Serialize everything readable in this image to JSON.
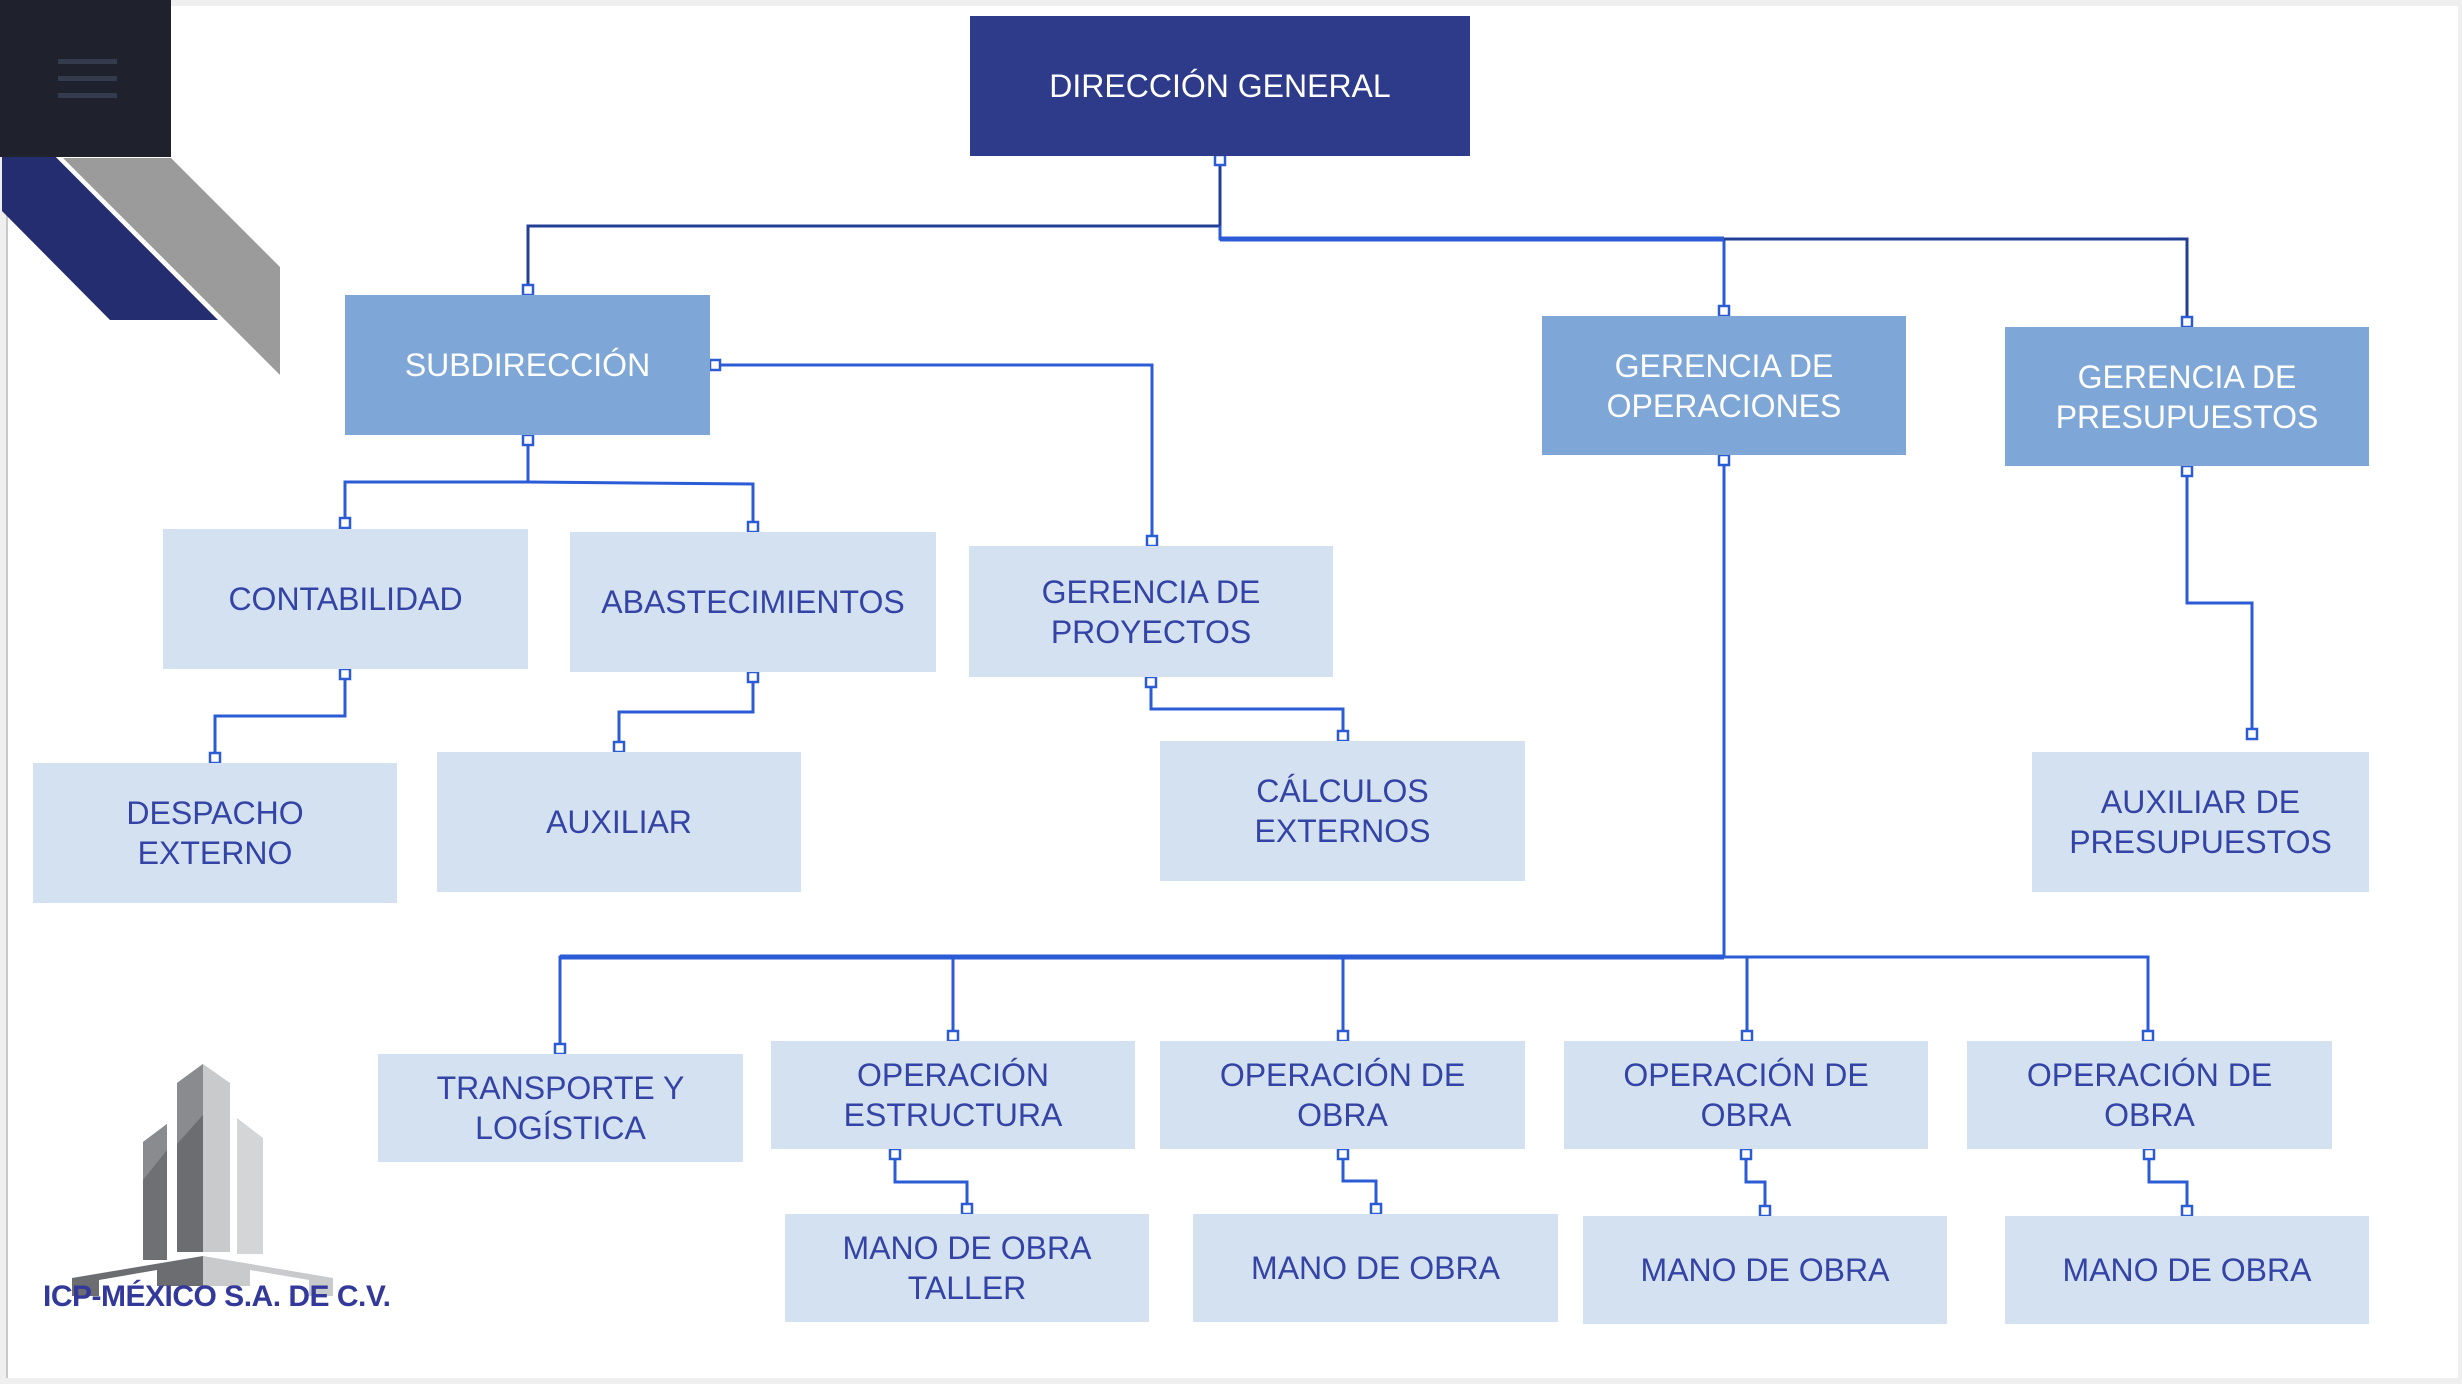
{
  "menu": {
    "icon": "hamburger-menu-icon"
  },
  "logo": {
    "company_name": "ICP-MÉXICO S.A. DE C.V.",
    "icon": "buildings-logo-icon"
  },
  "colors": {
    "top_level": "#2e3a8a",
    "mid_level": "#7ea6d6",
    "leaf_level": "#d4e1f0",
    "leaf_text": "#3344a6",
    "connector": "#2b5cd6",
    "connector_dark": "#233f95",
    "corner_navy": "#242d6f",
    "corner_gray": "#9b9b9b"
  },
  "org_chart": {
    "nodes": [
      {
        "id": "direccion_general",
        "label": "DIRECCIÓN GENERAL",
        "level": 0,
        "parent": null
      },
      {
        "id": "subdireccion",
        "label": "SUBDIRECCIÓN",
        "level": 1,
        "parent": "direccion_general"
      },
      {
        "id": "gerencia_operaciones",
        "label": "GERENCIA DE\nOPERACIONES",
        "level": 1,
        "parent": "direccion_general"
      },
      {
        "id": "gerencia_presupuestos",
        "label": "GERENCIA DE\nPRESUPUESTOS",
        "level": 1,
        "parent": "direccion_general"
      },
      {
        "id": "contabilidad",
        "label": "CONTABILIDAD",
        "level": 2,
        "parent": "subdireccion"
      },
      {
        "id": "abastecimientos",
        "label": "ABASTECIMIENTOS",
        "level": 2,
        "parent": "subdireccion"
      },
      {
        "id": "gerencia_proyectos",
        "label": "GERENCIA DE\nPROYECTOS",
        "level": 2,
        "parent": "subdireccion"
      },
      {
        "id": "despacho_externo",
        "label": "DESPACHO\nEXTERNO",
        "level": 2,
        "parent": "contabilidad"
      },
      {
        "id": "auxiliar",
        "label": "AUXILIAR",
        "level": 2,
        "parent": "abastecimientos"
      },
      {
        "id": "calculos_externos",
        "label": "CÁLCULOS\nEXTERNOS",
        "level": 2,
        "parent": "gerencia_proyectos"
      },
      {
        "id": "auxiliar_presupuestos",
        "label": "AUXILIAR DE\nPRESUPUESTOS",
        "level": 2,
        "parent": "gerencia_presupuestos"
      },
      {
        "id": "transporte_logistica",
        "label": "TRANSPORTE Y\nLOGÍSTICA",
        "level": 2,
        "parent": "gerencia_operaciones"
      },
      {
        "id": "operacion_estructura",
        "label": "OPERACIÓN\nESTRUCTURA",
        "level": 2,
        "parent": "gerencia_operaciones"
      },
      {
        "id": "operacion_obra_1",
        "label": "OPERACIÓN DE\nOBRA",
        "level": 2,
        "parent": "gerencia_operaciones"
      },
      {
        "id": "operacion_obra_2",
        "label": "OPERACIÓN DE\nOBRA",
        "level": 2,
        "parent": "gerencia_operaciones"
      },
      {
        "id": "operacion_obra_3",
        "label": "OPERACIÓN DE\nOBRA",
        "level": 2,
        "parent": "gerencia_operaciones"
      },
      {
        "id": "mano_obra_taller",
        "label": "MANO DE OBRA\nTALLER",
        "level": 2,
        "parent": "operacion_estructura"
      },
      {
        "id": "mano_obra_1",
        "label": "MANO DE OBRA",
        "level": 2,
        "parent": "operacion_obra_1"
      },
      {
        "id": "mano_obra_2",
        "label": "MANO DE OBRA",
        "level": 2,
        "parent": "operacion_obra_2"
      },
      {
        "id": "mano_obra_3",
        "label": "MANO DE OBRA",
        "level": 2,
        "parent": "operacion_obra_3"
      }
    ]
  }
}
